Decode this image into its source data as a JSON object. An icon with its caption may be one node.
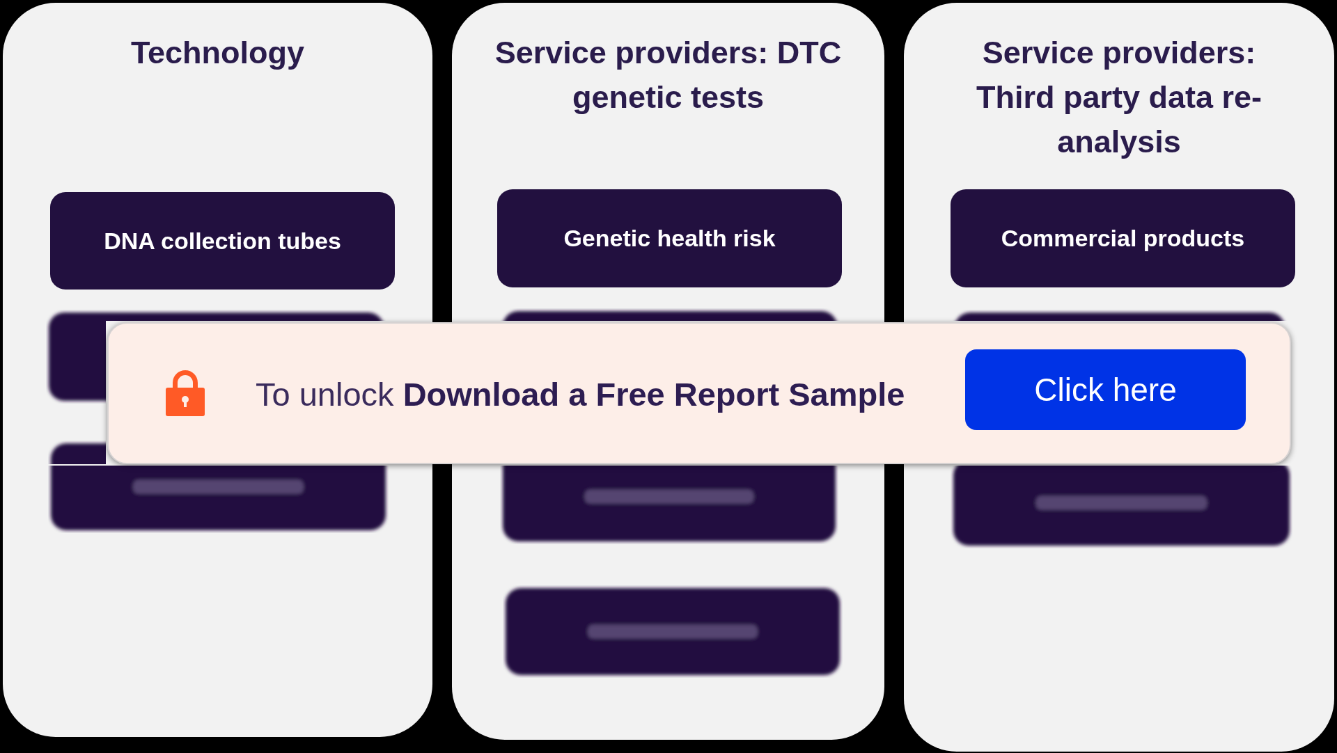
{
  "diagram": {
    "nodes": [
      {
        "text": [
          "Technology"
        ]
      },
      {
        "text": [
          "DNA collection tubes"
        ],
        "in": 0
      },
      {
        "text": [],
        "shape": "box",
        "in": 0
      },
      {
        "text": [],
        "shape": "box",
        "in": 0
      },
      {
        "text": [
          "Service providers: DTC genetic tests"
        ]
      },
      {
        "text": [
          "Genetic health risk"
        ],
        "in": 4
      },
      {
        "text": [],
        "shape": "box",
        "in": 4
      },
      {
        "text": [],
        "shape": "box",
        "in": 4
      },
      {
        "text": [],
        "shape": "box",
        "in": 4
      },
      {
        "text": [
          "Service providers: Third party data re-analysis"
        ]
      },
      {
        "text": [
          "Commercial products"
        ],
        "in": 9
      },
      {
        "text": [],
        "shape": "box",
        "in": 9
      },
      {
        "text": [],
        "shape": "box",
        "in": 9
      },
      {
        "text": [
          "To unlock **Download a Free Report Sample**"
        ]
      },
      {
        "text": [
          "Click here"
        ]
      }
    ]
  }
}
